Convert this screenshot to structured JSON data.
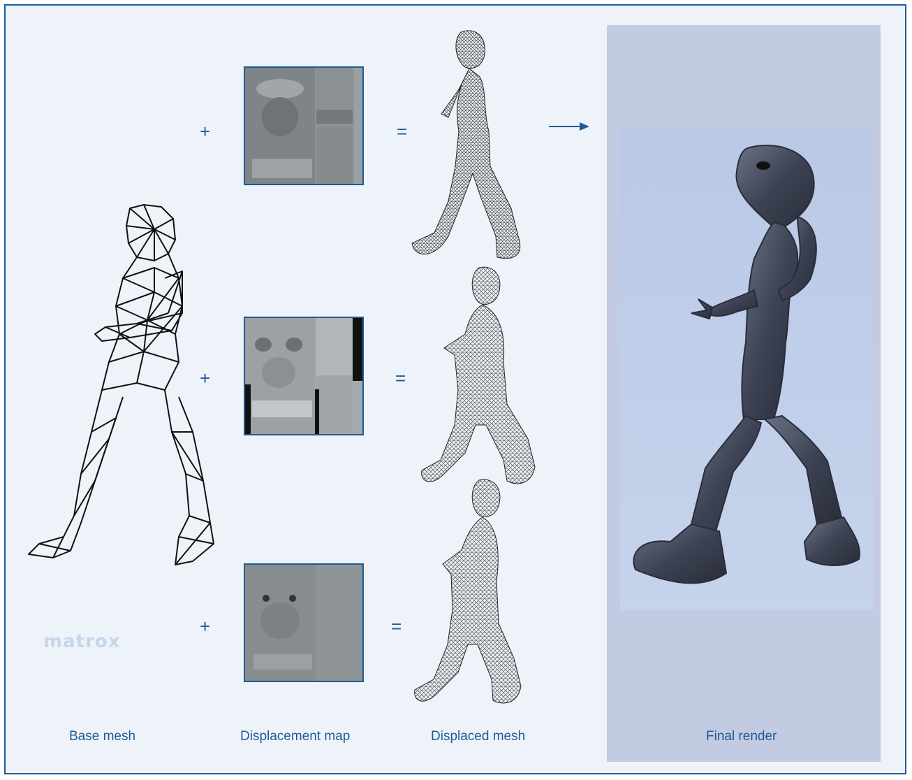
{
  "diagram": {
    "operators": {
      "plus": "+",
      "equals": "=",
      "arrow": "arrow-right-icon"
    },
    "labels": {
      "base_mesh": "Base mesh",
      "displacement_map": "Displacement map",
      "displaced_mesh": "Displaced mesh",
      "final_render": "Final render"
    },
    "logo": "matrox",
    "colors": {
      "accent": "#1f5b96",
      "panel": "#c3cbe3",
      "background": "#eef3fa"
    }
  }
}
